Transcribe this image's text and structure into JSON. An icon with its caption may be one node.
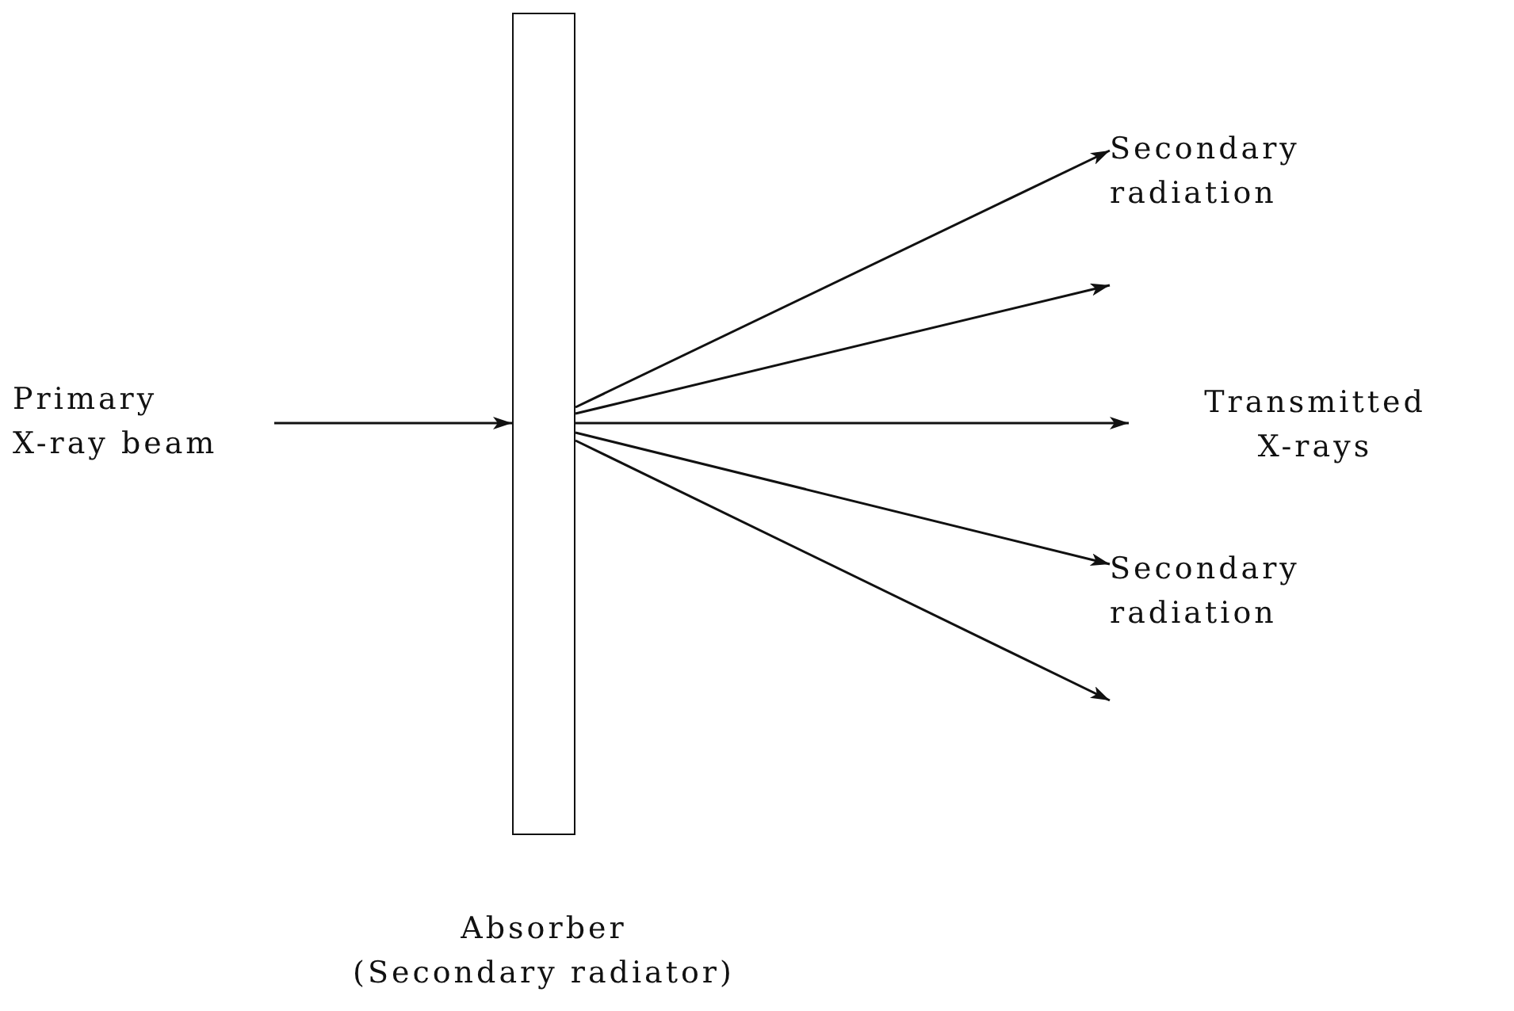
{
  "diagram": {
    "nodes": [
      {
        "text": [
          "Primary X-ray beam"
        ]
      },
      {
        "text": [
          "Absorber (Secondary radiator)"
        ]
      },
      {
        "text": [
          "Secondary radiation"
        ]
      },
      {
        "text": [
          "Transmitted X-rays"
        ]
      },
      {
        "text": [
          "Secondary radiation"
        ]
      }
    ],
    "edges": [
      {
        "from": 0,
        "to": 1,
        "arrow": "to"
      },
      {
        "from": 1,
        "to": 2,
        "arrow": "to"
      },
      {
        "from": 1,
        "to": 2,
        "arrow": "to"
      },
      {
        "from": 1,
        "to": 3,
        "arrow": "to"
      },
      {
        "from": 1,
        "to": 4,
        "arrow": "to"
      },
      {
        "from": 1,
        "to": 4,
        "arrow": "to"
      }
    ]
  }
}
